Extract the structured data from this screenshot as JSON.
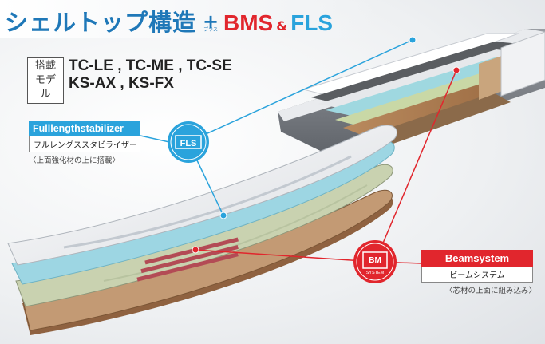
{
  "title": {
    "main": "シェルトップ構造",
    "plus_symbol": "+",
    "plus_kana": "プラス",
    "bms": "BMS",
    "amp": "&",
    "fls": "FLS"
  },
  "models": {
    "label_top": "搭載",
    "label_bottom": "モデル",
    "line1": "TC-LE , TC-ME , TC-SE",
    "line2": "KS-AX , KS-FX"
  },
  "fls": {
    "heading": "Fulllengthstabilizer",
    "subtitle": "フルレングススタビライザー",
    "note": "〈上面強化材の上に搭載〉",
    "badge": "FLS",
    "color": "#2aa3dc"
  },
  "bms": {
    "heading": "Beamsystem",
    "subtitle": "ビームシステム",
    "note": "〈芯材の上面に組み込み〉",
    "badge_top": "BM",
    "badge_bottom": "SYSTEM",
    "color": "#e1262d"
  }
}
